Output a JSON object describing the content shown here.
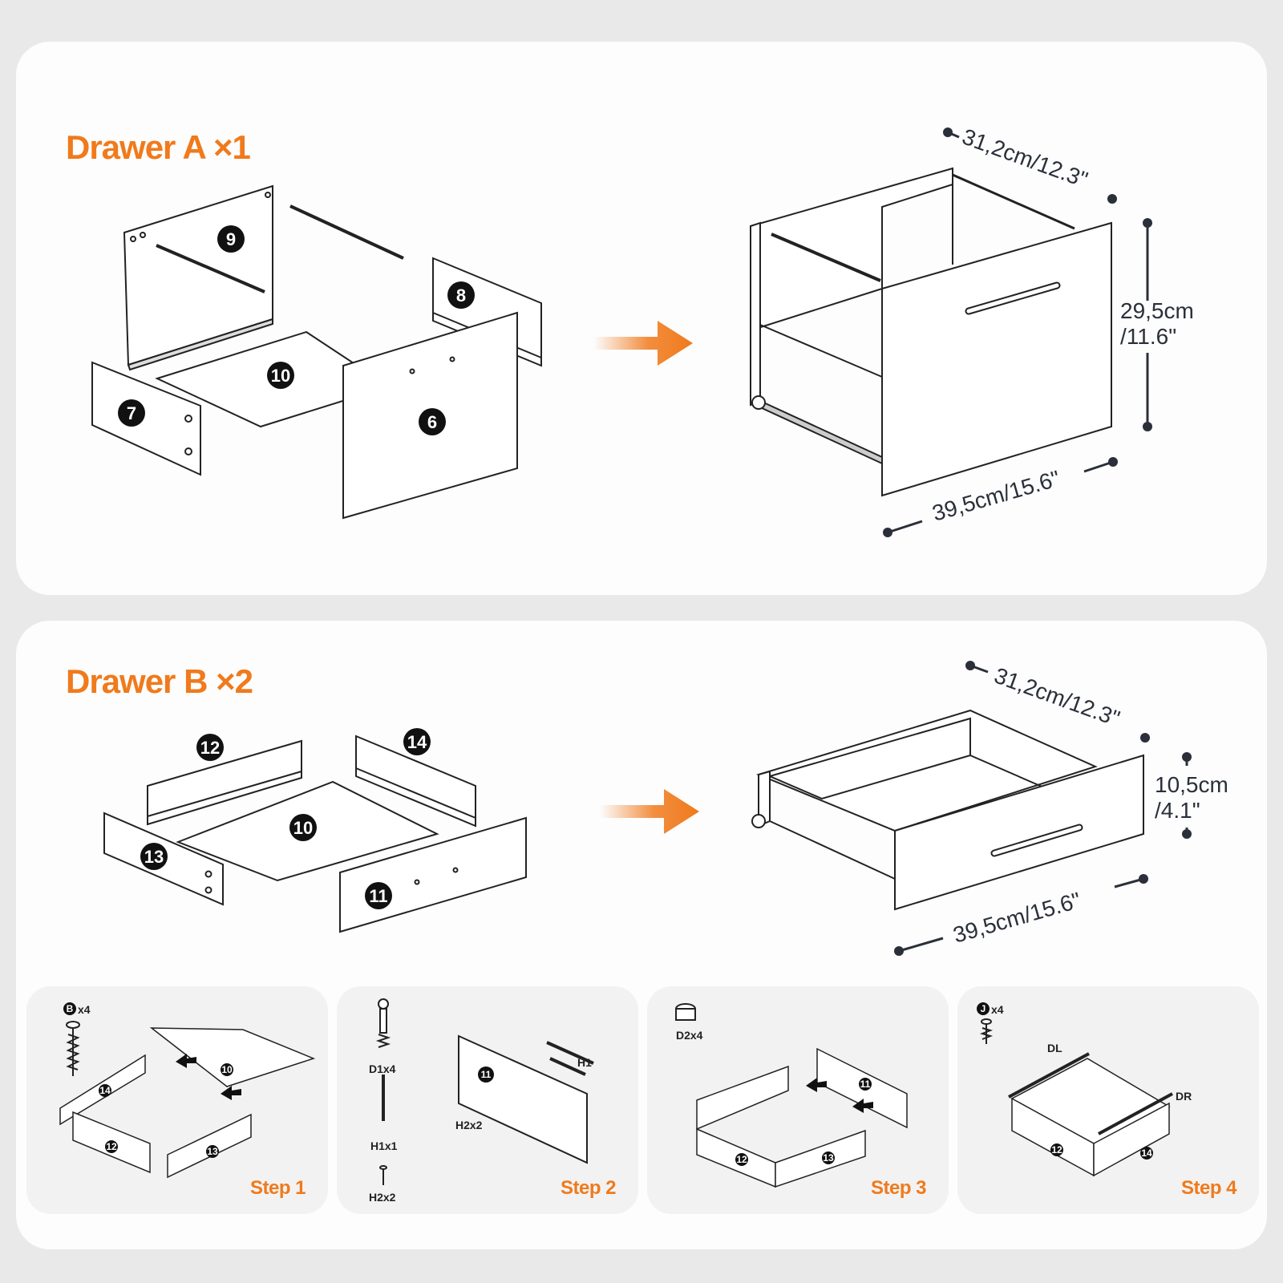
{
  "drawer_a": {
    "title": "Drawer A ×1",
    "parts": [
      "9",
      "8",
      "10",
      "7",
      "6"
    ],
    "dims": {
      "depth": "31,2cm/12.3\"",
      "height_1": "29,5cm",
      "height_2": "/11.6\"",
      "width": "39,5cm/15.6\""
    }
  },
  "drawer_b": {
    "title": "Drawer B ×2",
    "parts": [
      "12",
      "14",
      "10",
      "13",
      "11"
    ],
    "dims": {
      "depth": "31,2cm/12.3\"",
      "height_1": "10,5cm",
      "height_2": "/4.1\"",
      "width": "39,5cm/15.6\""
    }
  },
  "steps": [
    {
      "label": "Step 1",
      "hardware": [
        {
          "code": "B",
          "qty": "x4"
        }
      ],
      "parts": [
        "14",
        "10",
        "12",
        "13"
      ]
    },
    {
      "label": "Step 2",
      "hardware": [
        {
          "code": "D1x4"
        },
        {
          "code": "H1x1"
        },
        {
          "code": "H2x2"
        }
      ],
      "parts": [
        "11"
      ],
      "callouts": [
        "H1",
        "H2x2"
      ]
    },
    {
      "label": "Step 3",
      "hardware": [
        {
          "code": "D2x4"
        }
      ],
      "parts": [
        "11",
        "12",
        "13"
      ]
    },
    {
      "label": "Step 4",
      "hardware": [
        {
          "code": "J",
          "qty": "x4"
        }
      ],
      "parts": [
        "12",
        "14"
      ],
      "callouts": [
        "DL",
        "DR"
      ]
    }
  ],
  "colors": {
    "accent": "#f07a1c",
    "line": "#2a2f3a",
    "panel": "#fdfdfd",
    "card": "#f2f2f2"
  }
}
